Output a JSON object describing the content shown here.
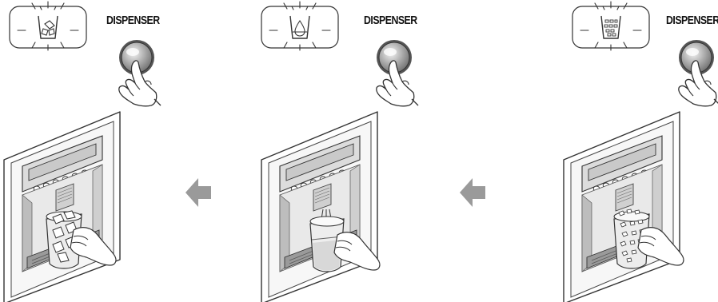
{
  "steps": [
    {
      "mode": "ice-cubes",
      "button_label": "DISPENSER",
      "indicator_icon": "ice-cube-icon"
    },
    {
      "mode": "water",
      "button_label": "DISPENSER",
      "indicator_icon": "water-drop-icon"
    },
    {
      "mode": "crushed-ice",
      "button_label": "DISPENSER",
      "indicator_icon": "crushed-ice-icon"
    }
  ],
  "arrows": [
    {
      "direction": "left",
      "icon": "left-arrow-icon"
    },
    {
      "direction": "left",
      "icon": "left-arrow-icon"
    }
  ],
  "colors": {
    "line": "#333333",
    "arrow": "#9a9a9a",
    "glass": "#e6e6e6",
    "button": "#8c8c8c"
  }
}
